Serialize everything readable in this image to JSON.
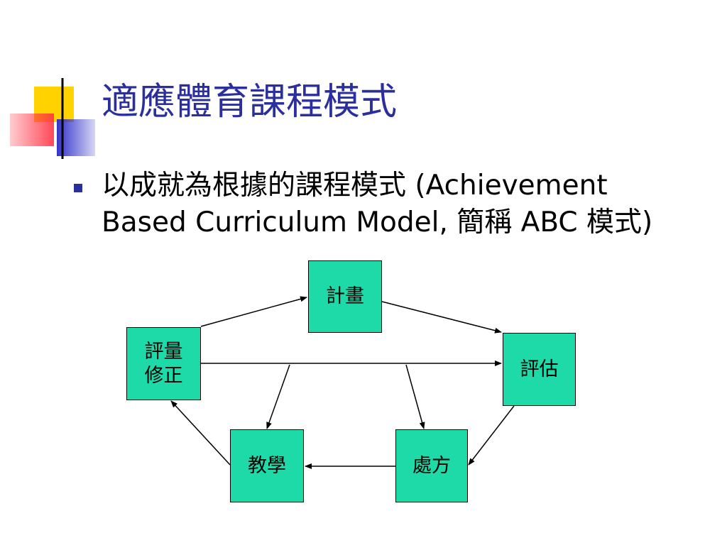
{
  "slide": {
    "title": "適應體育課程模式",
    "bullet": {
      "line1": "以成就為根據的課程模式 (Achievement",
      "line2": "Based Curriculum Model, 簡稱 ABC 模式)"
    }
  },
  "diagram": {
    "nodes": {
      "plan": "計畫",
      "assess": "評估",
      "prescribe": "處方",
      "teach": "教學",
      "evaluate_line1": "評量",
      "evaluate_line2": "修正"
    },
    "edges": [
      {
        "from": "評量修正",
        "to": "計畫"
      },
      {
        "from": "計畫",
        "to": "評估"
      },
      {
        "from": "評量修正",
        "to": "評估"
      },
      {
        "from": "評估",
        "to": "處方"
      },
      {
        "from": "處方",
        "to": "教學"
      },
      {
        "from": "教學",
        "to": "評量修正"
      },
      {
        "from": "評量修正-評估 line",
        "to": "教學"
      },
      {
        "from": "評量修正-評估 line",
        "to": "處方"
      }
    ]
  },
  "colors": {
    "title": "#2b2f9e",
    "box_fill": "#1ed9a8",
    "decor_yellow": "#ffd200",
    "decor_blue": "#3333cc",
    "decor_red": "#ff3344"
  }
}
